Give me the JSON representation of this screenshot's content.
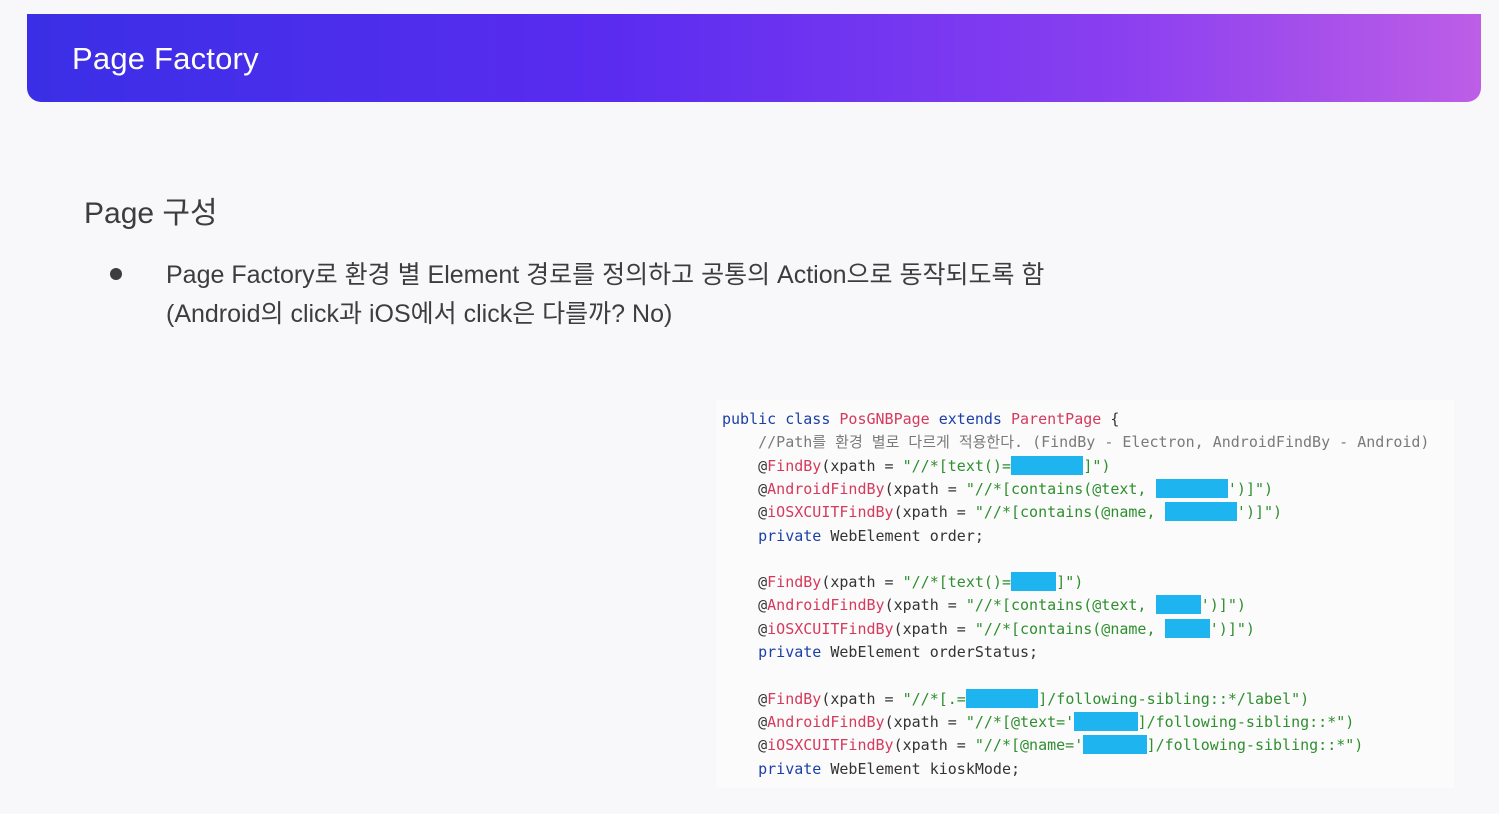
{
  "header": {
    "title": "Page Factory"
  },
  "section": {
    "title": "Page 구성"
  },
  "bullet": {
    "line1": "Page Factory로 환경 별 Element 경로를 정의하고 공통의 Action으로 동작되도록 함",
    "line2": "(Android의 click과 iOS에서 click은 다를까? No)"
  },
  "code": {
    "redaction_color": "#1db4f0",
    "lines": [
      [
        {
          "t": "public class ",
          "k": "kw"
        },
        {
          "t": "PosGNBPage",
          "k": "cls"
        },
        {
          "t": " extends ",
          "k": "kw"
        },
        {
          "t": "ParentPage",
          "k": "cls"
        },
        {
          "t": " {",
          "k": "plain"
        }
      ],
      [
        {
          "t": "    //Path를 환경 별로 다르게 적용한다. (FindBy - Electron, AndroidFindBy - Android)",
          "k": "com"
        }
      ],
      [
        {
          "t": "    @",
          "k": "at"
        },
        {
          "t": "FindBy",
          "k": "anno"
        },
        {
          "t": "(xpath = ",
          "k": "plain"
        },
        {
          "t": "\"//*[text()=",
          "k": "str"
        },
        {
          "r": 8
        },
        {
          "t": "]\")",
          "k": "str"
        }
      ],
      [
        {
          "t": "    @",
          "k": "at"
        },
        {
          "t": "AndroidFindBy",
          "k": "anno"
        },
        {
          "t": "(xpath = ",
          "k": "plain"
        },
        {
          "t": "\"//*[contains(@text, ",
          "k": "str"
        },
        {
          "r": 8
        },
        {
          "t": "')]\")",
          "k": "str"
        }
      ],
      [
        {
          "t": "    @",
          "k": "at"
        },
        {
          "t": "iOSXCUITFindBy",
          "k": "anno"
        },
        {
          "t": "(xpath = ",
          "k": "plain"
        },
        {
          "t": "\"//*[contains(@name, ",
          "k": "str"
        },
        {
          "r": 8
        },
        {
          "t": "')]\")",
          "k": "str"
        }
      ],
      [
        {
          "t": "    private ",
          "k": "kw"
        },
        {
          "t": "WebElement order;",
          "k": "plain"
        }
      ],
      [],
      [
        {
          "t": "    @",
          "k": "at"
        },
        {
          "t": "FindBy",
          "k": "anno"
        },
        {
          "t": "(xpath = ",
          "k": "plain"
        },
        {
          "t": "\"//*[text()=",
          "k": "str"
        },
        {
          "r": 5
        },
        {
          "t": "]\")",
          "k": "str"
        }
      ],
      [
        {
          "t": "    @",
          "k": "at"
        },
        {
          "t": "AndroidFindBy",
          "k": "anno"
        },
        {
          "t": "(xpath = ",
          "k": "plain"
        },
        {
          "t": "\"//*[contains(@text, ",
          "k": "str"
        },
        {
          "r": 5
        },
        {
          "t": "')]\")",
          "k": "str"
        }
      ],
      [
        {
          "t": "    @",
          "k": "at"
        },
        {
          "t": "iOSXCUITFindBy",
          "k": "anno"
        },
        {
          "t": "(xpath = ",
          "k": "plain"
        },
        {
          "t": "\"//*[contains(@name, ",
          "k": "str"
        },
        {
          "r": 5
        },
        {
          "t": "')]\")",
          "k": "str"
        }
      ],
      [
        {
          "t": "    private ",
          "k": "kw"
        },
        {
          "t": "WebElement orderStatus;",
          "k": "plain"
        }
      ],
      [],
      [
        {
          "t": "    @",
          "k": "at"
        },
        {
          "t": "FindBy",
          "k": "anno"
        },
        {
          "t": "(xpath = ",
          "k": "plain"
        },
        {
          "t": "\"//*[.=",
          "k": "str"
        },
        {
          "r": 8
        },
        {
          "t": "]/following-sibling::*/label\")",
          "k": "str"
        }
      ],
      [
        {
          "t": "    @",
          "k": "at"
        },
        {
          "t": "AndroidFindBy",
          "k": "anno"
        },
        {
          "t": "(xpath = ",
          "k": "plain"
        },
        {
          "t": "\"//*[@text='",
          "k": "str"
        },
        {
          "r": 7
        },
        {
          "t": "]/following-sibling::*\")",
          "k": "str"
        }
      ],
      [
        {
          "t": "    @",
          "k": "at"
        },
        {
          "t": "iOSXCUITFindBy",
          "k": "anno"
        },
        {
          "t": "(xpath = ",
          "k": "plain"
        },
        {
          "t": "\"//*[@name='",
          "k": "str"
        },
        {
          "r": 7
        },
        {
          "t": "]/following-sibling::*\")",
          "k": "str"
        }
      ],
      [
        {
          "t": "    private ",
          "k": "kw"
        },
        {
          "t": "WebElement kioskMode;",
          "k": "plain"
        }
      ]
    ]
  }
}
